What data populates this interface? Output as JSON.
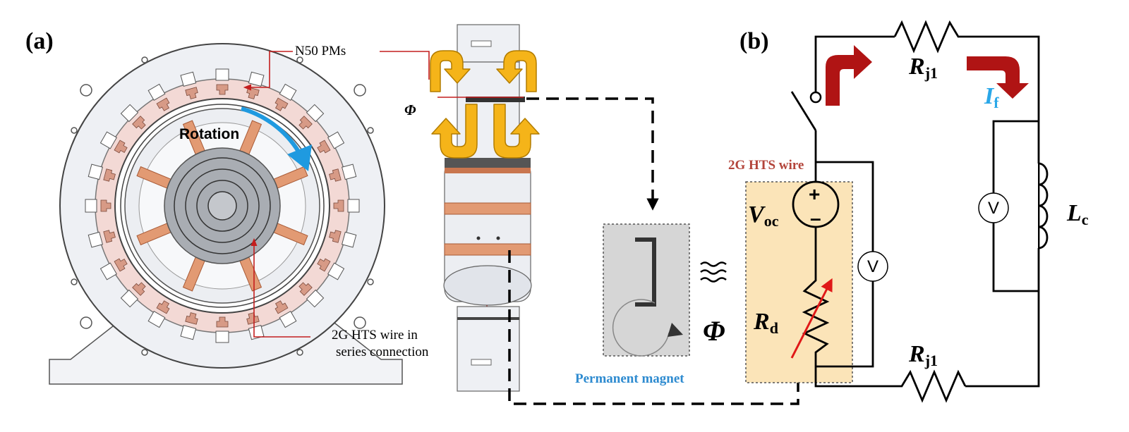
{
  "panels": {
    "a": "(a)",
    "b": "(b)"
  },
  "motor": {
    "pm_label": "N50 PMs",
    "rotation_label": "Rotation",
    "hts_label_line1": "2G HTS wire in",
    "hts_label_line2": "series connection"
  },
  "flux": {
    "phi_small": "Φ",
    "phi_big": "Φ"
  },
  "magnet": {
    "label": "Permanent magnet"
  },
  "circuit": {
    "hts_wire_label": "2G HTS wire",
    "voc": {
      "main": "V",
      "sub": "oc"
    },
    "rd": {
      "main": "R",
      "sub": "d"
    },
    "rj1_top": {
      "main": "R",
      "sub": "j1"
    },
    "rj1_bottom": {
      "main": "R",
      "sub": "j1"
    },
    "if": {
      "main": "I",
      "sub": "f"
    },
    "lc": {
      "main": "L",
      "sub": "c"
    },
    "plus": "+",
    "minus": "–",
    "voltmeter1": "V",
    "voltmeter2": "V"
  },
  "colors": {
    "copper": "#e29a73",
    "pink_ring": "#f3d9d5",
    "flux_arrow": "#f5b419",
    "current_arrow": "#b01414",
    "rotation_arrow": "#1f9ae0",
    "yellow_box": "#fbe4b8",
    "leader_line": "#c41e1e",
    "if_label": "#2aa7e8"
  }
}
